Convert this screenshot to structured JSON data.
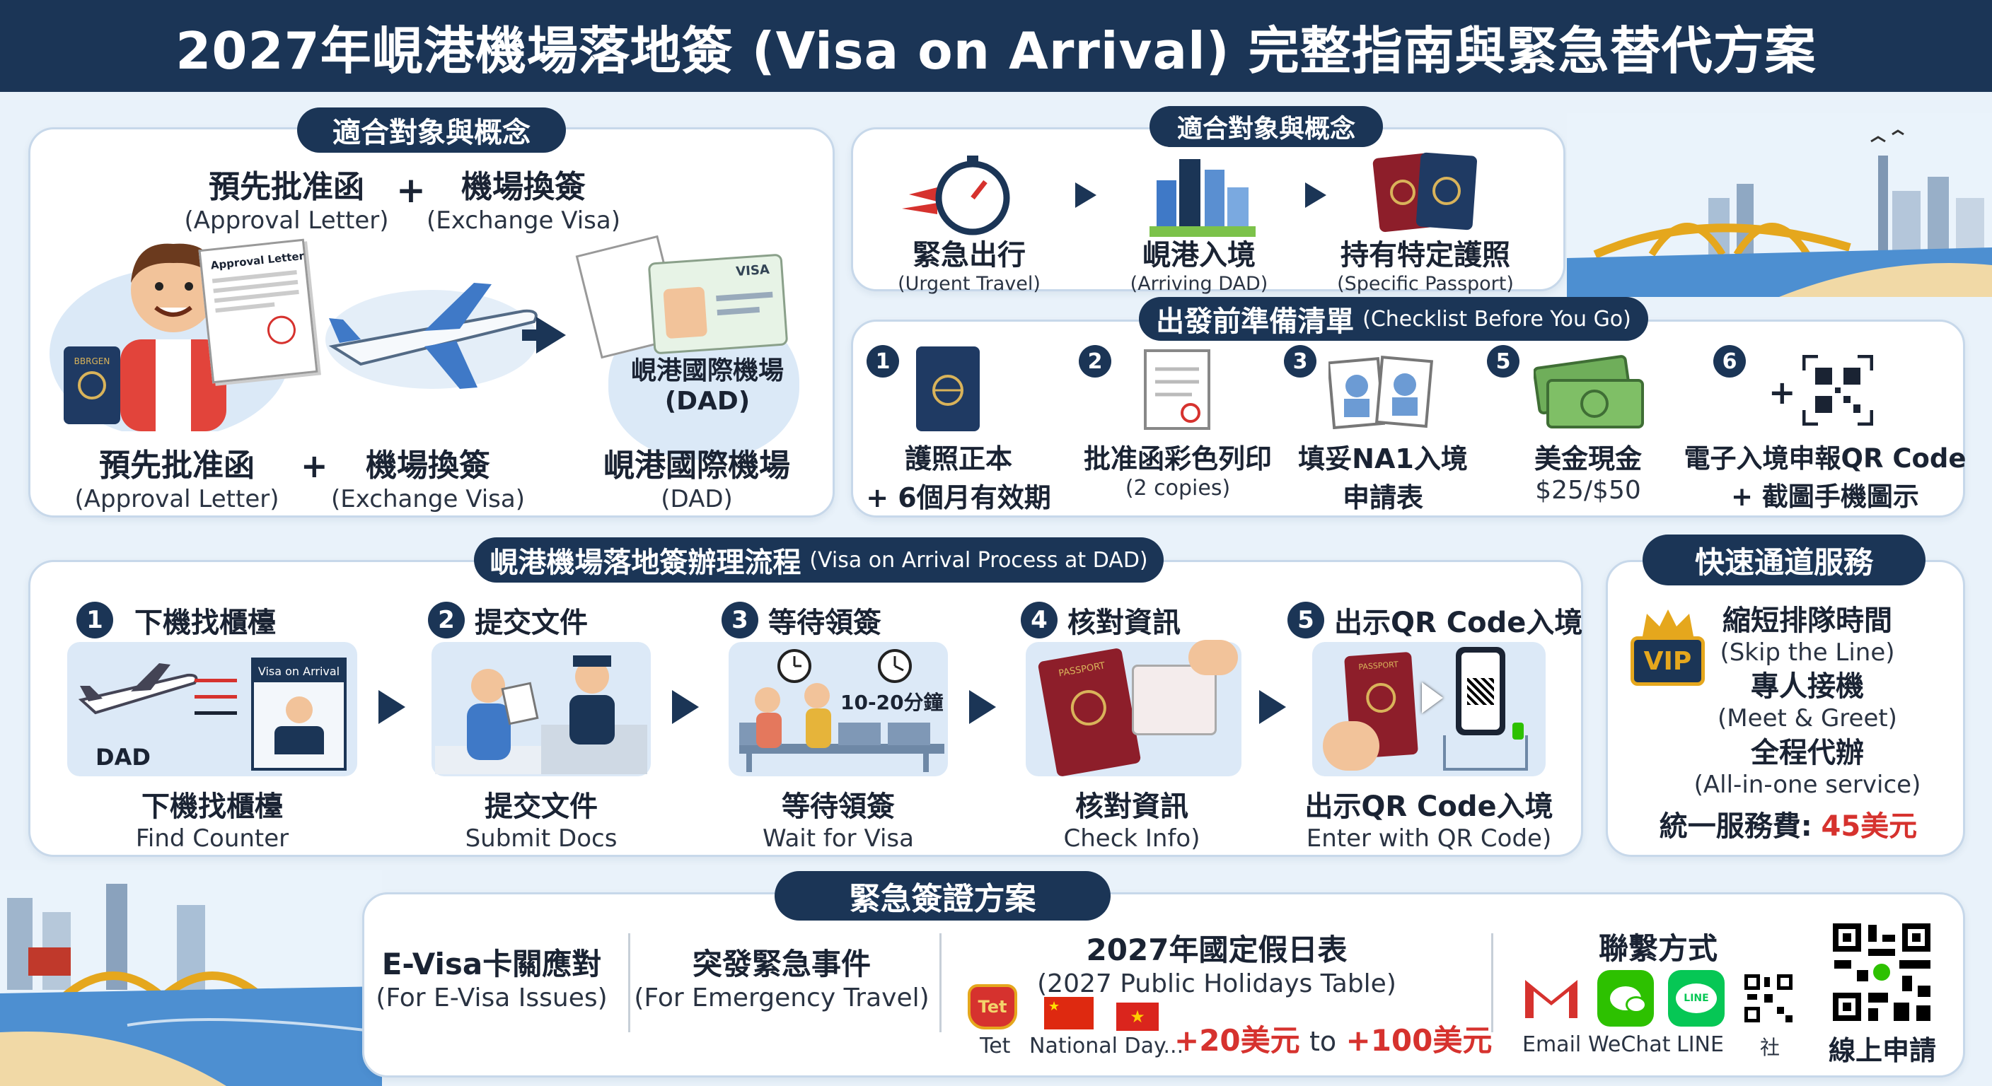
{
  "header": {
    "title": "2027年峴港機場落地簽 (Visa on Arrival) 完整指南與緊急替代方案"
  },
  "concept": {
    "pill": "適合對象與概念",
    "top_left_zh": "預先批准函",
    "top_left_en": "(Approval Letter)",
    "top_right_zh": "機場換簽",
    "top_right_en": "(Exchange Visa)",
    "plus": "+",
    "letter_title": "Approval Letter",
    "visa_card": "VISA",
    "airport_zh": "峴港國際機場",
    "airport_code": "(DAD)",
    "bottom_left_zh": "預先批准函",
    "bottom_left_en": "(Approval Letter)",
    "bottom_mid_zh": "機場換簽",
    "bottom_mid_en": "(Exchange Visa)",
    "bottom_right_zh": "峴港國際機場",
    "bottom_right_en": "(DAD)",
    "passport_text": "BBRGEN"
  },
  "eligibility": {
    "pill": "適合對象與概念",
    "items": [
      {
        "zh": "緊急出行",
        "en": "(Urgent Travel)"
      },
      {
        "zh": "峴港入境",
        "en": "(Arriving DAD)"
      },
      {
        "zh": "持有特定護照",
        "en": "(Specific Passport)"
      }
    ]
  },
  "checklist": {
    "pill_zh": "出發前準備清單",
    "pill_en": "(Checklist Before You Go)",
    "items": [
      {
        "num": "1",
        "line1": "護照正本",
        "line2": "+ 6個月有效期"
      },
      {
        "num": "2",
        "line1": "批准函彩色列印",
        "line2": "(2 copies)"
      },
      {
        "num": "3",
        "line1": "填妥NA1入境",
        "line2": "申請表"
      },
      {
        "num": "5",
        "line1": "美金現金",
        "line2": "$25/$50"
      },
      {
        "num": "6",
        "line1": "電子入境申報QR Code",
        "line2": "+ 截圖手機圖示"
      }
    ],
    "plus": "+"
  },
  "process": {
    "pill_zh": "峴港機場落地簽辦理流程",
    "pill_en": "(Visa on Arrival Process at DAD)",
    "steps": [
      {
        "num": "1",
        "head": "下機找櫃檯",
        "zh": "下機找櫃檯",
        "en": "Find Counter"
      },
      {
        "num": "2",
        "head": "提交文件",
        "zh": "提交文件",
        "en": "Submit Docs"
      },
      {
        "num": "3",
        "head": "等待領簽",
        "zh": "等待領簽",
        "en": "Wait for Visa"
      },
      {
        "num": "4",
        "head": "核對資訊",
        "zh": "核對資訊",
        "en": "Check Info)"
      },
      {
        "num": "5",
        "head": "出示QR Code入境",
        "zh": "出示QR Code入境",
        "en": "Enter with QR Code)"
      }
    ],
    "counter_sign": "Visa on Arrival",
    "dad_label": "DAD",
    "wait_time": "10-20分鐘",
    "passport_label": "PASSPORT"
  },
  "fast": {
    "pill": "快速通道服務",
    "vip": "VIP",
    "items": [
      {
        "zh": "縮短排隊時間",
        "en": "(Skip the Line)"
      },
      {
        "zh": "專人接機",
        "en": "(Meet & Greet)"
      },
      {
        "zh": "全程代辦",
        "en": "(All-in-one service)"
      }
    ],
    "fee_label": "統一服務費:",
    "fee_value": "45美元"
  },
  "emergency": {
    "pill": "緊急簽證方案",
    "evisa_zh": "E-Visa卡關應對",
    "evisa_en": "(For E-Visa Issues)",
    "urgent_zh": "突發緊急事件",
    "urgent_en": "(For Emergency Travel)",
    "holiday_title": "2027年國定假日表",
    "holiday_en": "(2027 Public Holidays Table)",
    "tet_badge": "Tet",
    "tet": "Tet",
    "national": "National Day...",
    "price_a": "+20美元",
    "price_to": "to",
    "price_b": "+100美元",
    "contact_title": "聯繫方式",
    "contacts": [
      "Email",
      "WeChat",
      "LINE",
      "社"
    ],
    "line_badge": "LINE",
    "apply": "線上申請"
  },
  "colors": {
    "navy": "#1b3556",
    "accent_red": "#d6322e",
    "panel_border": "#c7d8ea",
    "wechat": "#2dc100",
    "line": "#06c755"
  }
}
